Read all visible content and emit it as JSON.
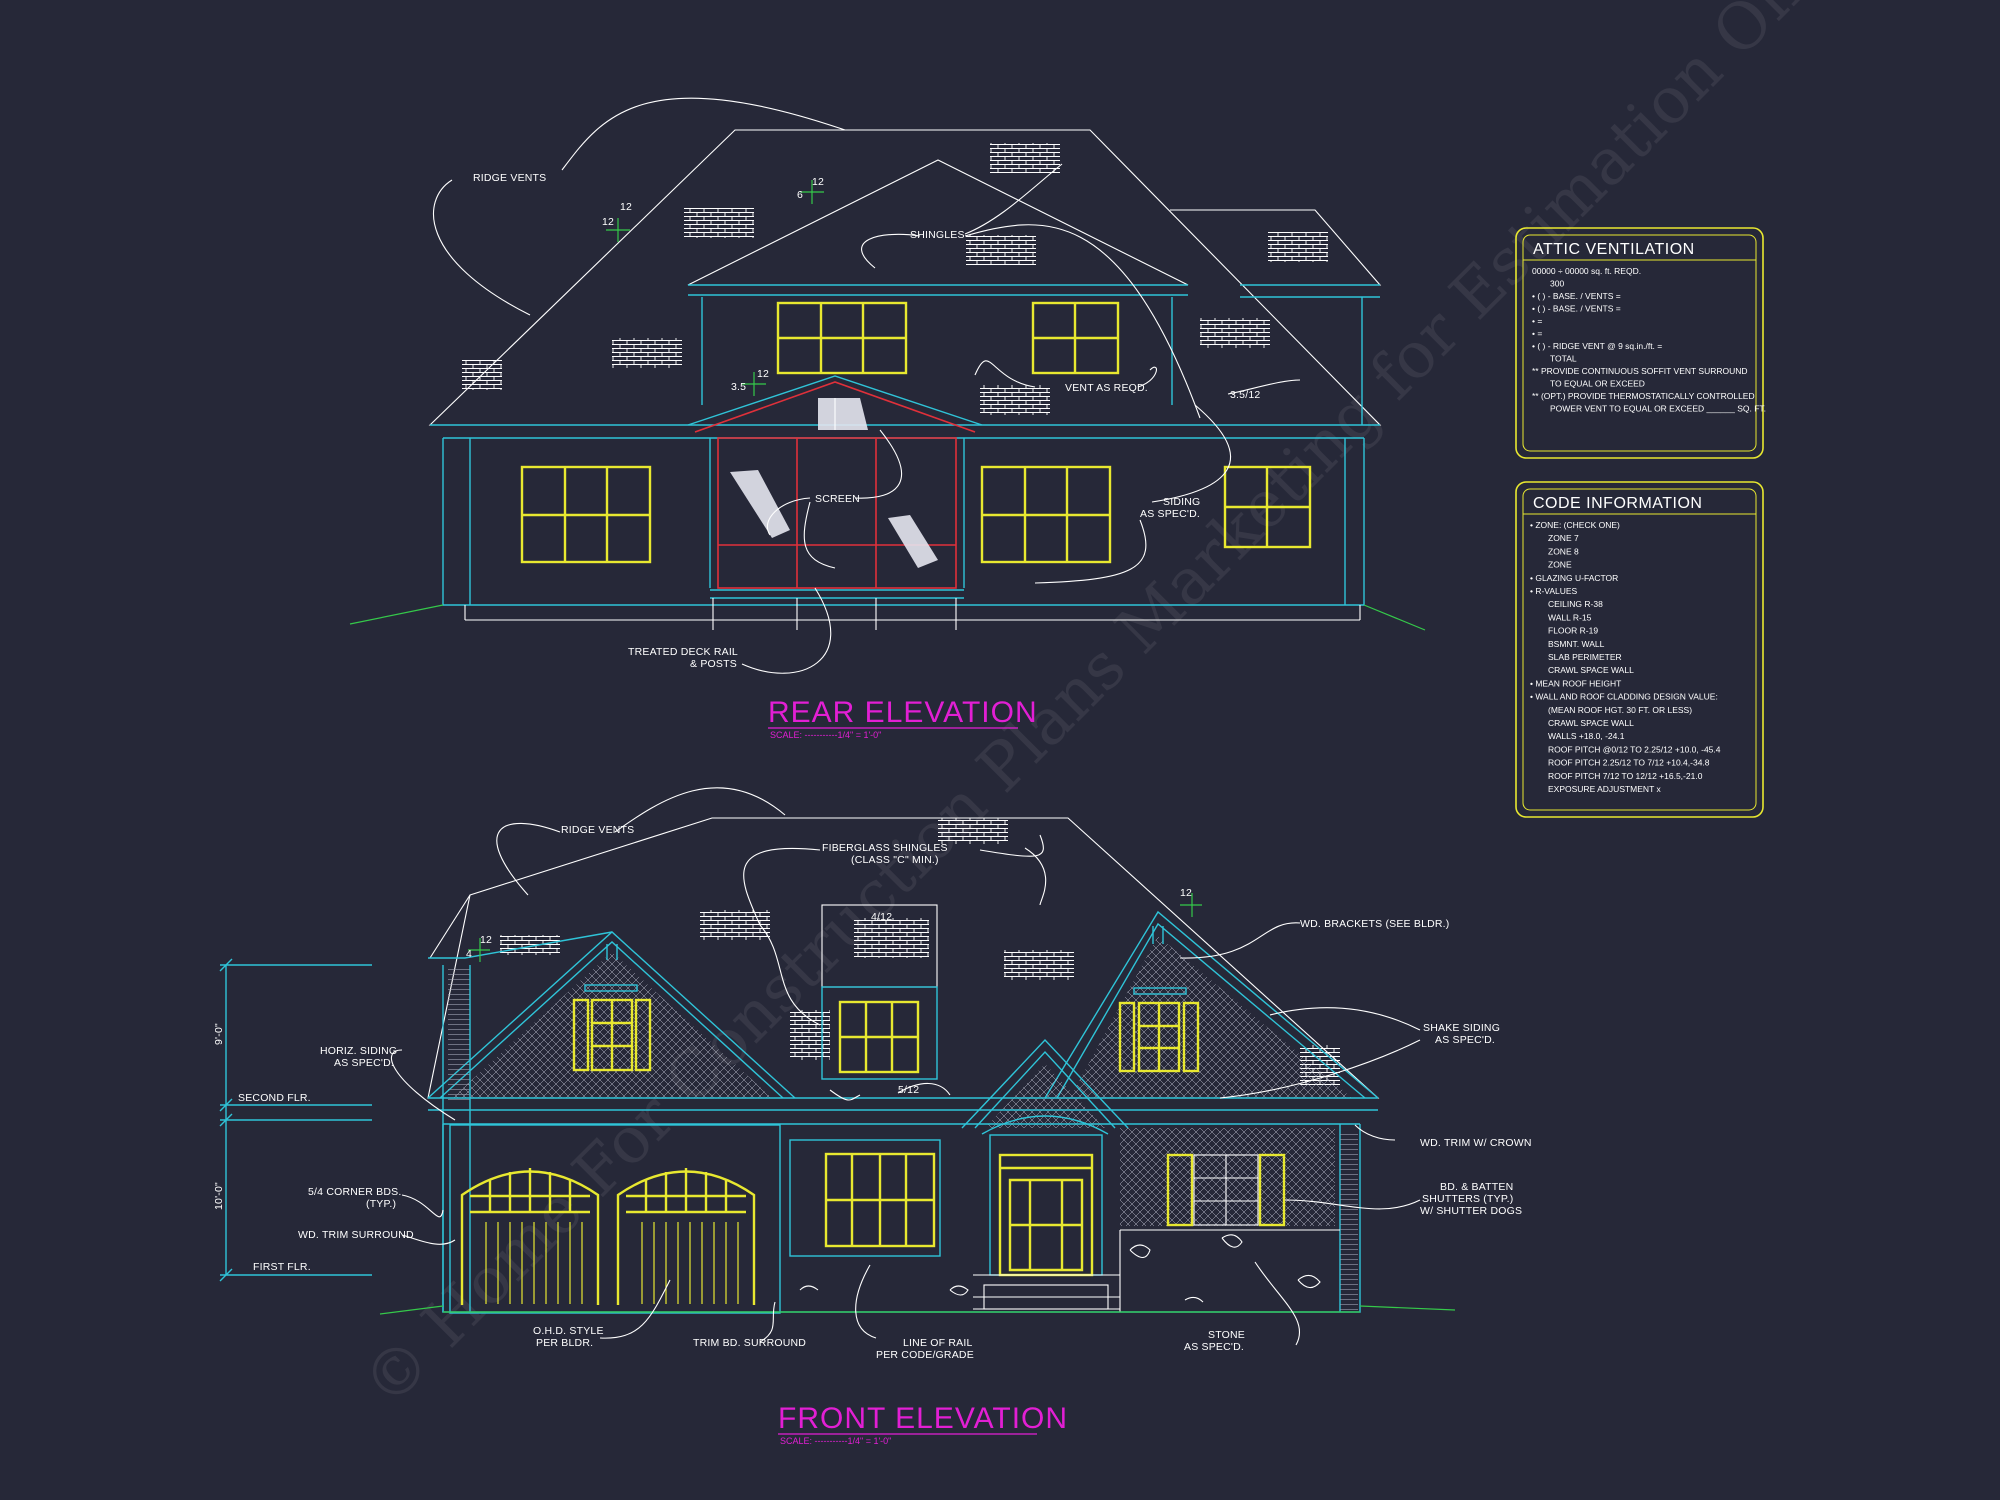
{
  "watermark": "© Home For Construction Plans Marketing for Estimation Only",
  "rear": {
    "title": "REAR ELEVATION",
    "scale": "SCALE: -----------1/4\" = 1'-0\"",
    "labels": {
      "ridge_vents": "RIDGE VENTS",
      "shingles": "SHINGLES",
      "vent_as_reqd": "VENT AS REQD.",
      "screen": "SCREEN",
      "siding_1": "SIDING",
      "siding_2": "AS SPEC'D.",
      "deck_1": "TREATED DECK RAIL",
      "deck_2": "& POSTS",
      "pitch_12a": "12",
      "pitch_12b": "12",
      "pitch_6": "6",
      "pitch_12c": "12",
      "pitch_12d": "12",
      "pitch_35": "3.5",
      "pitch_35_12": "3.5/12"
    }
  },
  "front": {
    "title": "FRONT ELEVATION",
    "scale": "SCALE: -----------1/4\" = 1'-0\"",
    "labels": {
      "ridge_vents": "RIDGE VENTS",
      "fiberglass_1": "FIBERGLASS SHINGLES",
      "fiberglass_2": "(CLASS \"C\" MIN.)",
      "pitch_4_12": "4/12",
      "pitch_12a": "12",
      "pitch_12b": "12",
      "pitch_4": "4",
      "pitch_5_12": "5/12",
      "wd_brackets": "WD. BRACKETS (SEE BLDR.)",
      "shake_1": "SHAKE SIDING",
      "shake_2": "AS SPEC'D.",
      "horiz_1": "HORIZ. SIDING",
      "horiz_2": "AS SPEC'D.",
      "second_flr": "SECOND FLR.",
      "first_flr": "FIRST FLR.",
      "dim_upper": "9'-0\"",
      "dim_lower": "10'-0\"",
      "corner_1": "5/4 CORNER BDS.",
      "corner_2": "(TYP.)",
      "wd_trim": "WD. TRIM SURROUND",
      "wd_trim_crown": "WD. TRIM W/ CROWN",
      "bd_1": "BD. & BATTEN",
      "bd_2": "SHUTTERS (TYP.)",
      "bd_3": "W/ SHUTTER DOGS",
      "ohd_1": "O.H.D. STYLE",
      "ohd_2": "PER BLDR.",
      "trim_bd": "TRIM BD. SURROUND",
      "rail_1": "LINE OF RAIL",
      "rail_2": "PER CODE/GRADE",
      "stone_1": "STONE",
      "stone_2": "AS SPEC'D."
    }
  },
  "attic": {
    "title": "ATTIC VENTILATION",
    "lines": [
      "00000 ÷ 00000 sq. ft. REQD.",
      "300",
      "• (   ) -        BASE.     /     VENTS     =",
      "• (   ) -        BASE.     /     VENTS     =",
      "•                                                 =",
      "•                                                 =",
      "• (   ) - RIDGE VENT @ 9 sq.in./ft.          =",
      "TOTAL",
      "** PROVIDE CONTINUOUS SOFFIT VENT SURROUND",
      "TO EQUAL OR EXCEED",
      "** (OPT.) PROVIDE THERMOSTATICALLY CONTROLLED",
      "POWER VENT TO EQUAL OR EXCEED ______ SQ. FT."
    ]
  },
  "code": {
    "title": "CODE INFORMATION",
    "lines": [
      "• ZONE: (CHECK ONE)",
      "ZONE 7",
      "ZONE 8",
      "ZONE",
      "• GLAZING U-FACTOR",
      "• R-VALUES",
      "CEILING                  R-38",
      "WALL                       R-15",
      "FLOOR                     R-19",
      "BSMNT. WALL",
      "SLAB PERIMETER",
      "CRAWL SPACE WALL",
      "• MEAN ROOF HEIGHT",
      "• WALL AND ROOF CLADDING DESIGN VALUE:",
      "(MEAN ROOF HGT. 30 FT. OR LESS)",
      "CRAWL SPACE WALL",
      "WALLS                                   +18.0, -24.1",
      "ROOF PITCH @0/12 TO 2.25/12   +10.0, -45.4",
      "ROOF PITCH 2.25/12 TO 7/12     +10.4,-34.8",
      "ROOF PITCH 7/12 TO 12/12       +16.5,-21.0",
      "EXPOSURE ADJUSTMENT            x"
    ]
  }
}
